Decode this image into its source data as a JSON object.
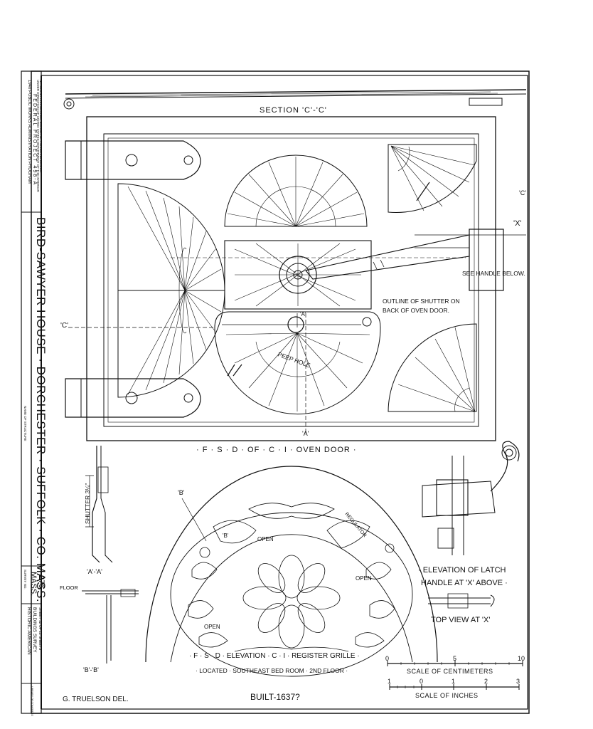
{
  "title_block": {
    "program_line1": "1940 PUBLIC WORKS ADMINISTRATION PROGRAM",
    "program_line2": "FEDERAL PROJECT 498-A",
    "program_line3": "UNDER DIRECTION OF UNITED STATES DEPARTMENT OF THE INTERIOR",
    "program_line4": "NATIONAL PARK SERVICE, BRANCH OF PLANS AND DESIGN",
    "structure_caption": "NAME OF STRUCTURE",
    "structure_name": "BIRD-SAWYER HOUSE · DORCHESTER · SUFFOLK · CO. MASS.",
    "survey_caption": "SURVEY NO.",
    "survey_no_line1": "MASS.",
    "survey_no_line2": "276",
    "survey_name_line1": "HISTORIC AMERICAN",
    "survey_name_line2": "BUILDINGS SURVEY",
    "sheet_label": "SHEET 12 OF 12 SHEETS",
    "library_note": "LIBRARY OF CONGRESS"
  },
  "drawing": {
    "section_cc": "SECTION 'C'-'C'",
    "marker_c_right": "'C'",
    "marker_c_left": "'C'",
    "marker_x": "'X'",
    "marker_a_mid": "'A'",
    "marker_a_bottom": "'A'",
    "see_handle": "SEE HANDLE BELOW.",
    "outline_line1": "OUTLINE OF SHUTTER ON",
    "outline_line2": "BACK OF OVEN DOOR.",
    "peep_hole": "PEEP HOLE",
    "oven_door_caption": "· F · S · D · OF · C · I · OVEN DOOR ·",
    "shutter_dim": "SHUTTER 3¼\"",
    "section_aa": "'A'-'A'",
    "marker_b_top": "'B'",
    "marker_b_inner": "'B'",
    "regulator": "REGULATOR",
    "open_1": "OPEN",
    "open_2": "OPEN",
    "open_3": "OPEN",
    "floor": "FLOOR",
    "section_bb": "'B'-'B'",
    "latch_line1": "· ELEVATION OF LATCH",
    "latch_line2": "HANDLE AT 'X' ABOVE ·",
    "top_view": "TOP VIEW AT 'X'",
    "grille_line1": "· F · S · D · ELEVATION · C · I · REGISTER GRILLE ·",
    "grille_line2": "· LOCATED · SOUTHEAST BED ROOM · 2ND FLOOR ·",
    "scale_cm_label": "SCALE OF CENTIMETERS",
    "scale_cm_ticks": [
      "0",
      "5",
      "10"
    ],
    "scale_in_label": "SCALE OF INCHES",
    "scale_in_ticks": [
      "1",
      "0",
      "1",
      "2",
      "3"
    ],
    "delineator": "G. TRUELSON DEL.",
    "built": "BUILT-1637?"
  },
  "colors": {
    "ink": "#111111",
    "paper": "#ffffff"
  }
}
